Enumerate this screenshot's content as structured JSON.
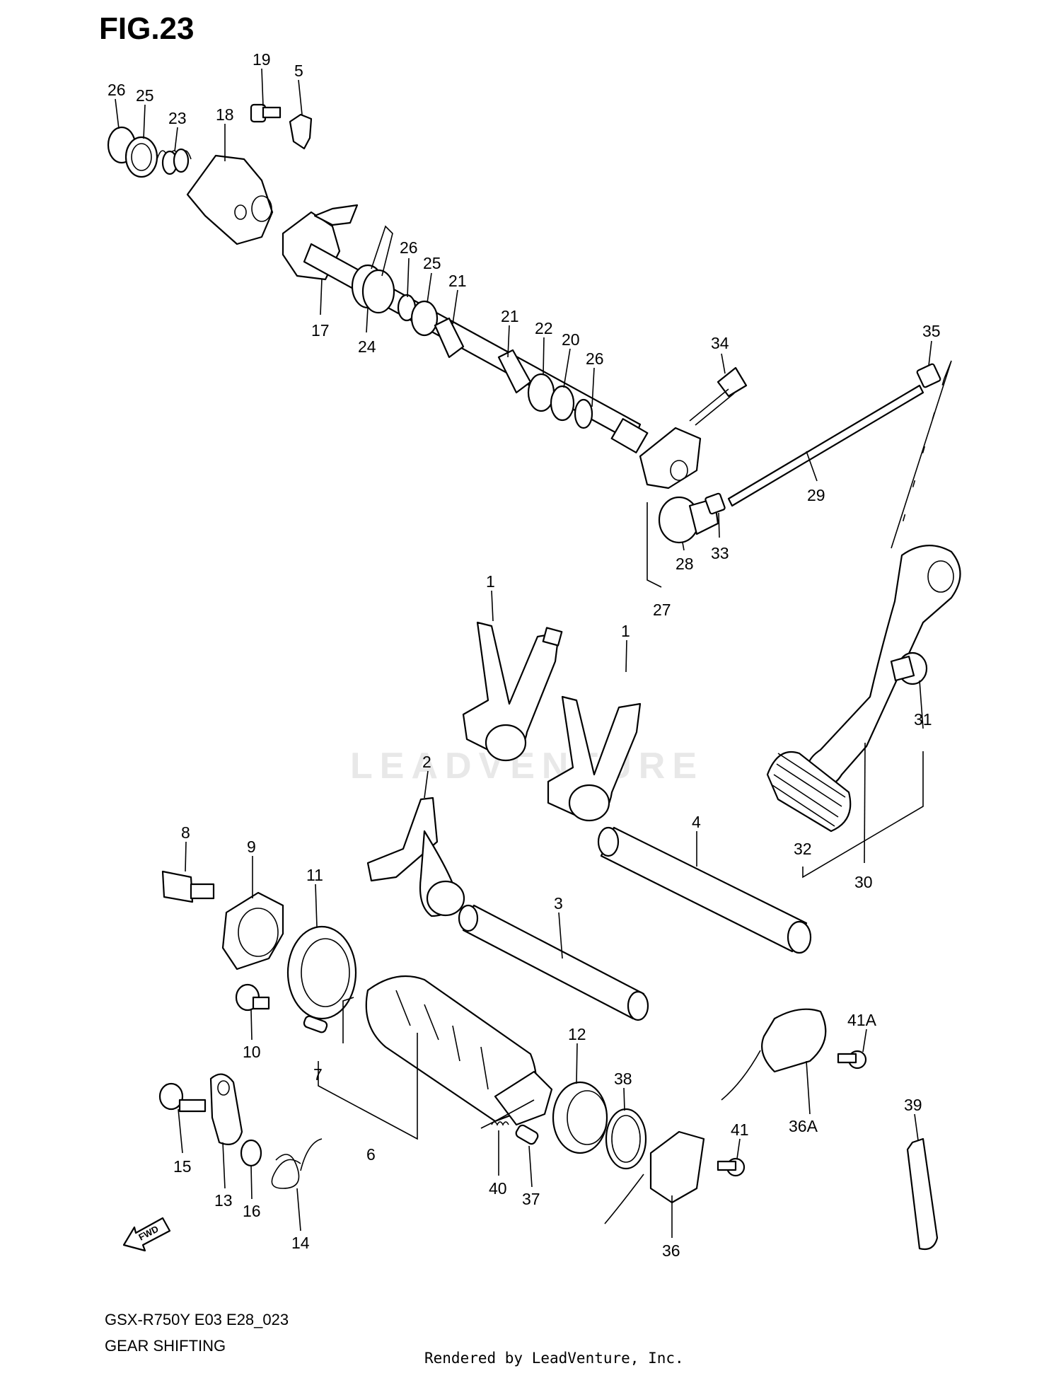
{
  "figure_title": "FIG.23",
  "model_code": "GSX-R750Y E03 E28_023",
  "section_title": "GEAR SHIFTING",
  "render_credit": "Rendered by LeadVenture, Inc.",
  "watermark": "LEADVENTURE",
  "fwd_label": "FWD",
  "callouts": {
    "c26a": "26",
    "c25a": "25",
    "c23": "23",
    "c18": "18",
    "c19": "19",
    "c5": "5",
    "c17": "17",
    "c24": "24",
    "c26b": "26",
    "c25b": "25",
    "c21a": "21",
    "c21b": "21",
    "c22": "22",
    "c20": "20",
    "c26c": "26",
    "c34": "34",
    "c35": "35",
    "c29": "29",
    "c33": "33",
    "c28": "28",
    "c27": "27",
    "c1a": "1",
    "c1b": "1",
    "c2": "2",
    "c31": "31",
    "c4": "4",
    "c32": "32",
    "c30": "30",
    "c8": "8",
    "c9": "9",
    "c11": "11",
    "c3": "3",
    "c10": "10",
    "c7": "7",
    "c12": "12",
    "c38": "38",
    "c41a": "41A",
    "c36a": "36A",
    "c39": "39",
    "c41": "41",
    "c15": "15",
    "c13": "13",
    "c16": "16",
    "c14": "14",
    "c6": "6",
    "c40": "40",
    "c37": "37",
    "c36": "36"
  }
}
